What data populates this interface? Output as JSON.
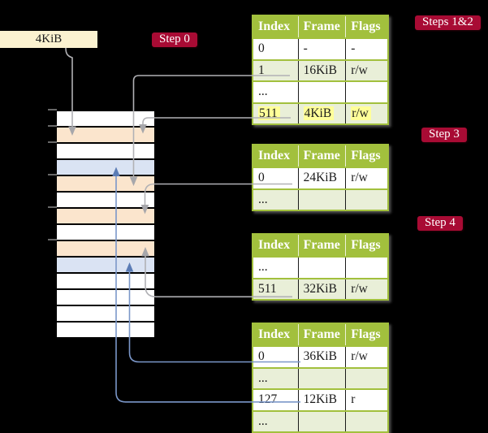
{
  "size_label": {
    "text": "4KiB"
  },
  "badges": {
    "step0": "Step 0",
    "steps12": "Steps 1&2",
    "step3": "Step 3",
    "step4": "Step 4"
  },
  "memory": {
    "rows": [
      "free",
      "orange",
      "free",
      "blue",
      "orange",
      "free",
      "orange",
      "free",
      "orange",
      "blue",
      "free",
      "free",
      "free",
      "free"
    ]
  },
  "tables": [
    {
      "headers": [
        "Index",
        "Frame",
        "Flags"
      ],
      "rows": [
        {
          "cells": [
            "0",
            "-",
            "-"
          ],
          "shaded": false,
          "highlight": false
        },
        {
          "cells": [
            "1",
            "16KiB",
            "r/w"
          ],
          "shaded": true,
          "highlight": false
        },
        {
          "cells": [
            "...",
            "",
            ""
          ],
          "shaded": false,
          "highlight": false
        },
        {
          "cells": [
            "511",
            "4KiB",
            "r/w"
          ],
          "shaded": true,
          "highlight": true
        }
      ]
    },
    {
      "headers": [
        "Index",
        "Frame",
        "Flags"
      ],
      "rows": [
        {
          "cells": [
            "0",
            "24KiB",
            "r/w"
          ],
          "shaded": false,
          "highlight": false
        },
        {
          "cells": [
            "...",
            "",
            ""
          ],
          "shaded": true,
          "highlight": false
        }
      ]
    },
    {
      "headers": [
        "Index",
        "Frame",
        "Flags"
      ],
      "rows": [
        {
          "cells": [
            "...",
            "",
            ""
          ],
          "shaded": false,
          "highlight": false
        },
        {
          "cells": [
            "511",
            "32KiB",
            "r/w"
          ],
          "shaded": true,
          "highlight": false
        }
      ]
    },
    {
      "headers": [
        "Index",
        "Frame",
        "Flags"
      ],
      "rows": [
        {
          "cells": [
            "0",
            "36KiB",
            "r/w"
          ],
          "shaded": false,
          "highlight": false
        },
        {
          "cells": [
            "...",
            "",
            ""
          ],
          "shaded": true,
          "highlight": false
        },
        {
          "cells": [
            "127",
            "12KiB",
            "r"
          ],
          "shaded": false,
          "highlight": false
        },
        {
          "cells": [
            "...",
            "",
            ""
          ],
          "shaded": true,
          "highlight": false
        }
      ]
    }
  ],
  "connections": [
    {
      "from": "size-label-4KiB",
      "to": "memory-frame-2",
      "style": "gray"
    },
    {
      "from": "table-1-entry-511-4KiB",
      "to": "memory-frame-2",
      "style": "gray"
    },
    {
      "from": "table-1-entry-1-16KiB",
      "to": "memory-frame-5",
      "style": "gray"
    },
    {
      "from": "table-2-entry-0-24KiB",
      "to": "memory-frame-7",
      "style": "gray"
    },
    {
      "from": "table-3-entry-511-32KiB",
      "to": "memory-frame-9",
      "style": "gray"
    },
    {
      "from": "table-4-entry-0-36KiB",
      "to": "memory-frame-10",
      "style": "blue"
    },
    {
      "from": "table-4-entry-127-12KiB",
      "to": "memory-frame-4",
      "style": "blue"
    }
  ],
  "colors": {
    "table_header_green": "#a2c03d",
    "table_row_green": "#e9efd8",
    "highlight_yellow": "#ffff99",
    "badge_red": "#a80b34",
    "size_box_cream": "#fbf2d0",
    "frame_orange": "#fbe5cd",
    "frame_blue": "#dae3f3",
    "arrow_gray": "#b1b1b5",
    "arrow_blue": "#7b97c9"
  }
}
